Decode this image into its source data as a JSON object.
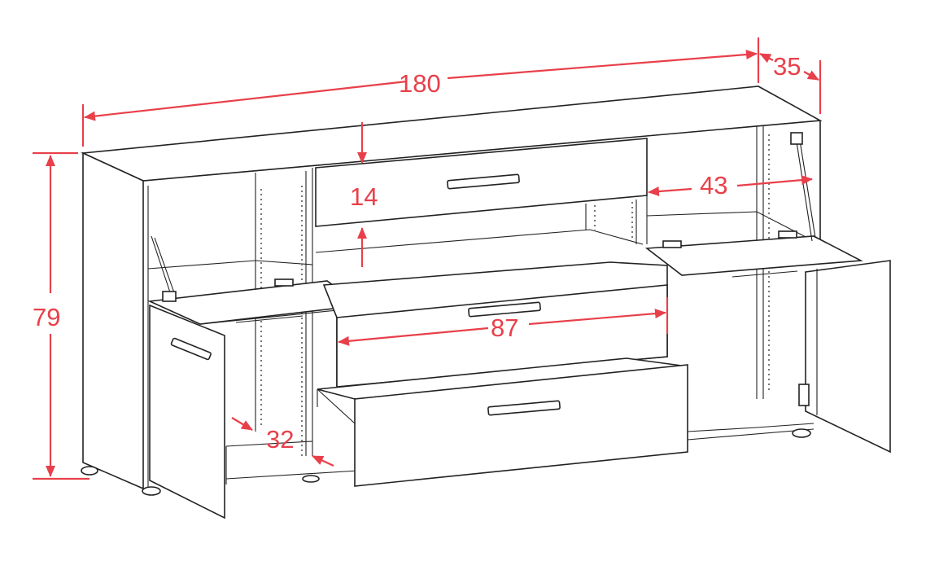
{
  "diagram": {
    "dimensions": {
      "width": "180",
      "depth": "35",
      "height": "79",
      "drawer_front_height": "14",
      "drawer_width": "87",
      "side_compartment_width": "43",
      "plinth_height": "32"
    },
    "colors": {
      "outline": "#222222",
      "dimension": "#e8404a",
      "background": "#ffffff"
    }
  }
}
